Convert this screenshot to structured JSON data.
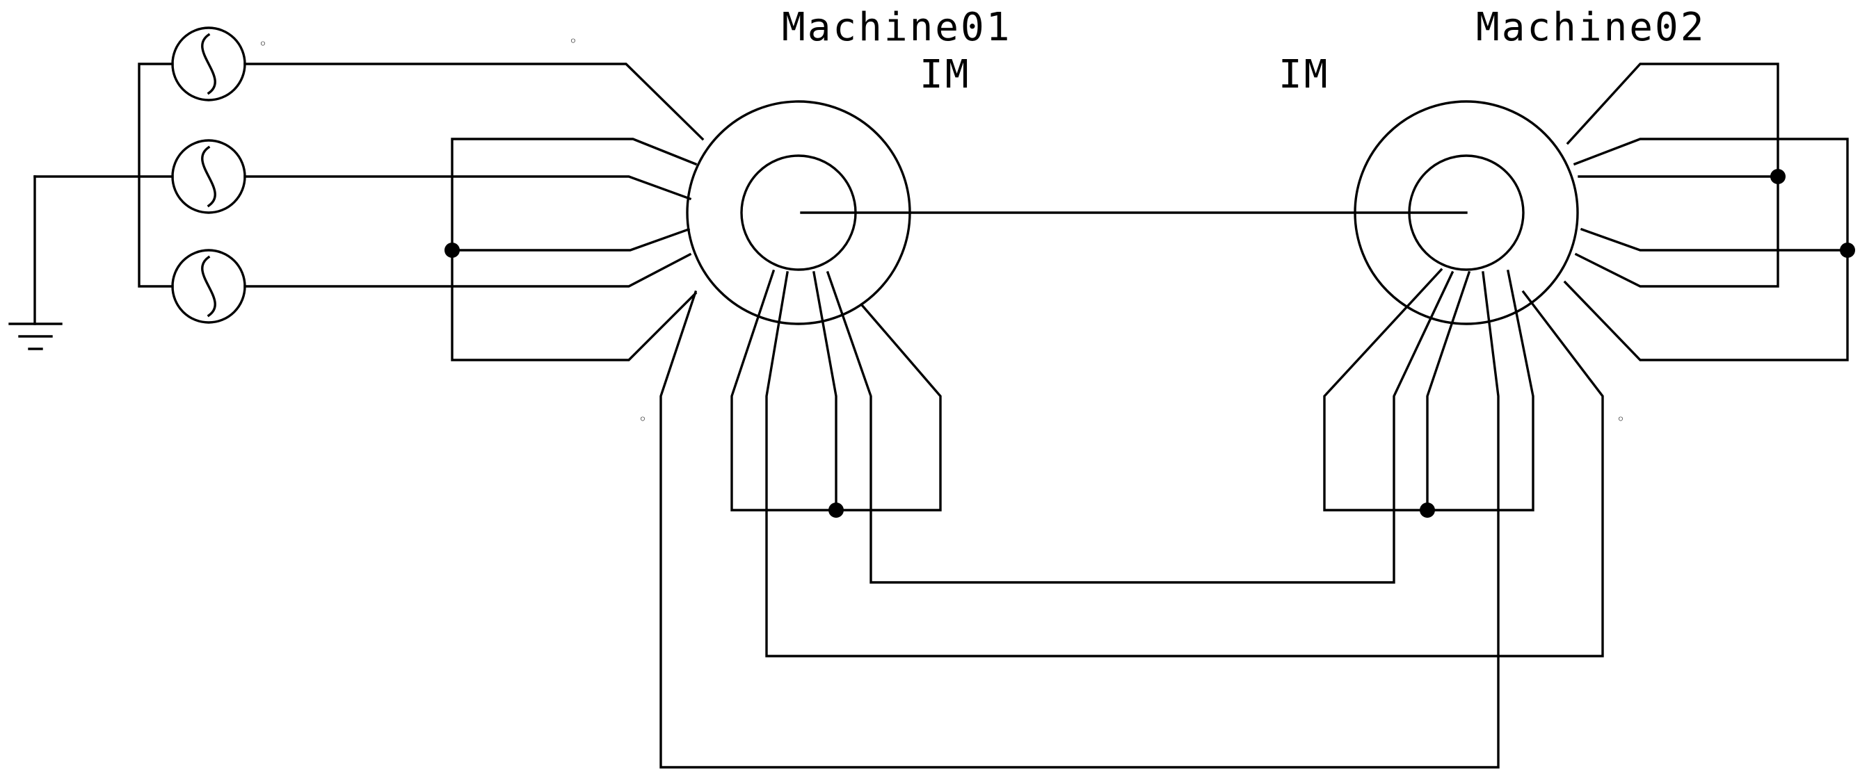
{
  "diagram": {
    "machines": [
      {
        "name": "Machine01",
        "type": "IM"
      },
      {
        "name": "Machine02",
        "type": "IM"
      }
    ],
    "sources": [
      {
        "kind": "ac-voltage-source"
      },
      {
        "kind": "ac-voltage-source"
      },
      {
        "kind": "ac-voltage-source"
      }
    ],
    "ground": {
      "kind": "ground"
    },
    "markers": [
      "◦",
      "◦",
      "◦",
      "◦"
    ]
  }
}
